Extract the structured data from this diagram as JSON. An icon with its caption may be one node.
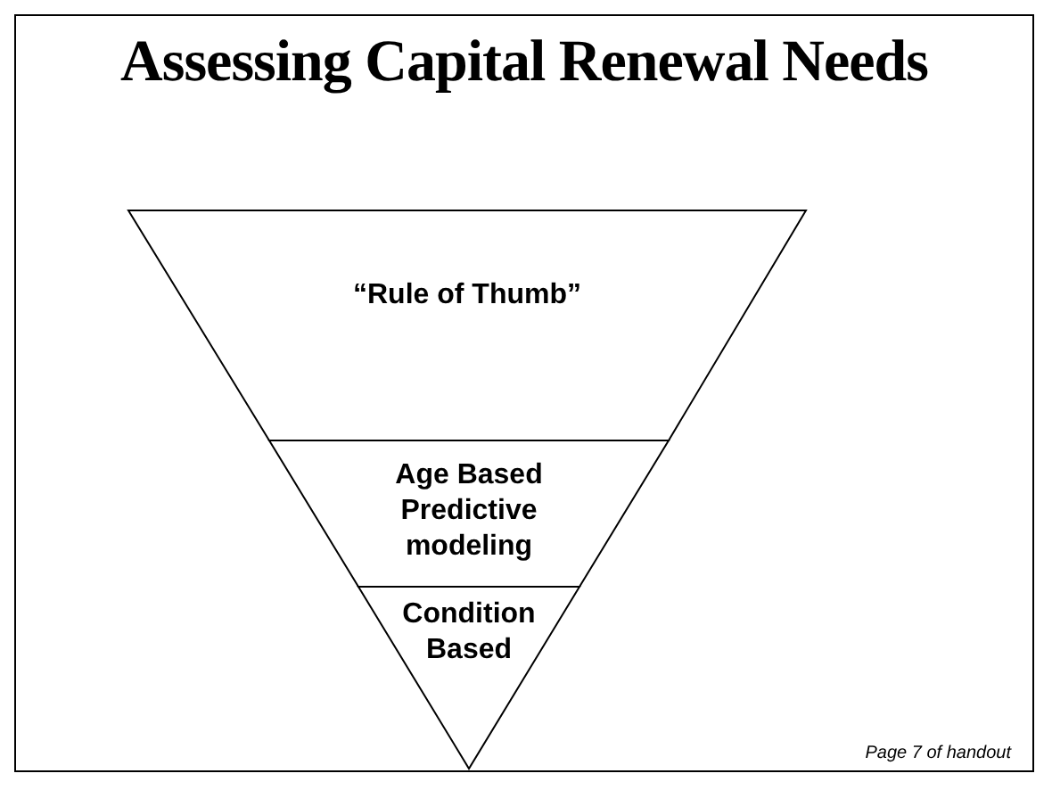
{
  "diagram": {
    "title": "Assessing Capital Renewal Needs",
    "nodes": [
      {
        "text": [
          "“Rule of Thumb”"
        ]
      },
      {
        "text": [
          "Age Based Predictive modeling"
        ]
      },
      {
        "text": [
          "Condition Based"
        ]
      }
    ],
    "labels": [
      "Page 7 of handout"
    ]
  }
}
